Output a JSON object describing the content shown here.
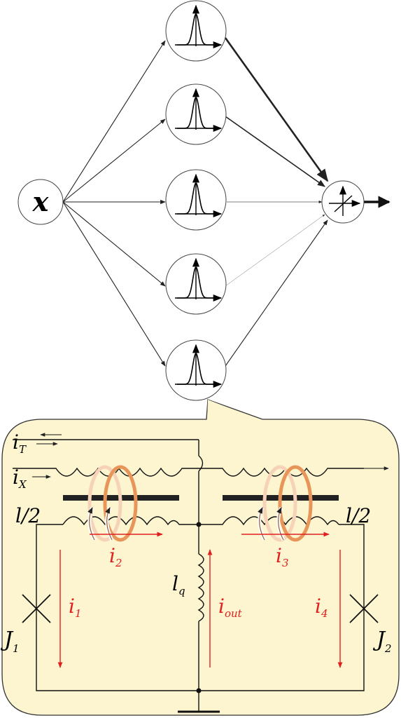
{
  "network": {
    "input_label": "x",
    "hidden_units": 5,
    "output_symbol": "summation-unit"
  },
  "circuit": {
    "labels": {
      "iT": {
        "main": "i",
        "sub": "T"
      },
      "iX": {
        "main": "i",
        "sub": "X"
      },
      "l2_left": "l/2",
      "l2_right": "l/2",
      "lq": {
        "main": "l",
        "sub": "q"
      },
      "J1": {
        "main": "J",
        "sub": "1"
      },
      "J2": {
        "main": "J",
        "sub": "2"
      },
      "i1": {
        "main": "i",
        "sub": "1"
      },
      "i2": {
        "main": "i",
        "sub": "2"
      },
      "i3": {
        "main": "i",
        "sub": "3"
      },
      "i4": {
        "main": "i",
        "sub": "4"
      },
      "iout": {
        "main": "i",
        "sub": "out"
      }
    },
    "colors": {
      "panel_fill": "#fcf5d0",
      "panel_stroke": "#333333",
      "current_red": "#e02020",
      "coil_orange": "#e8955a",
      "coil_light": "#f6d3b8"
    }
  }
}
